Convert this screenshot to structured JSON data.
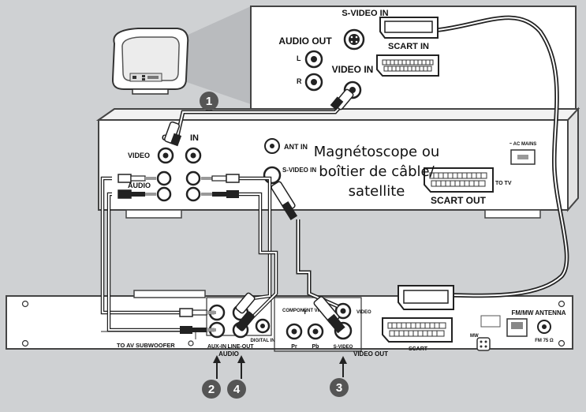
{
  "tv_panel": {
    "svideo_in": "S-VIDEO IN",
    "audio_out": "AUDIO OUT",
    "l": "L",
    "r": "R",
    "video_in": "VIDEO IN",
    "scart_in": "SCART IN"
  },
  "vcr": {
    "out": "OUT",
    "in": "IN",
    "video": "VIDEO",
    "audio": "AUDIO",
    "ant_in": "ANT IN",
    "svideo_in": "S-VIDEO IN",
    "description": [
      "Magnétoscope ou",
      "boîtier de câble/",
      "satellite"
    ],
    "scart_out": "SCART OUT",
    "to_tv": "TO TV",
    "ac_mains": "~ AC MAINS"
  },
  "player": {
    "to_av_subwoofer": "TO AV SUBWOOFER",
    "aux_in": "AUX-IN",
    "line_out": "LINE-OUT",
    "digital_in": "DIGITAL IN",
    "audio": "AUDIO",
    "component_video": "COMPONENT VIDEO",
    "y": "Y",
    "pr": "Pr",
    "pb": "Pb",
    "video": "VIDEO",
    "svideo": "S-VIDEO",
    "video_out": "VIDEO OUT",
    "scart": "SCART",
    "mw": "MW",
    "fm_mw_antenna": "FM/MW ANTENNA",
    "fm_75": "FM 75 Ω"
  },
  "steps": [
    "1",
    "2",
    "4",
    "3"
  ]
}
